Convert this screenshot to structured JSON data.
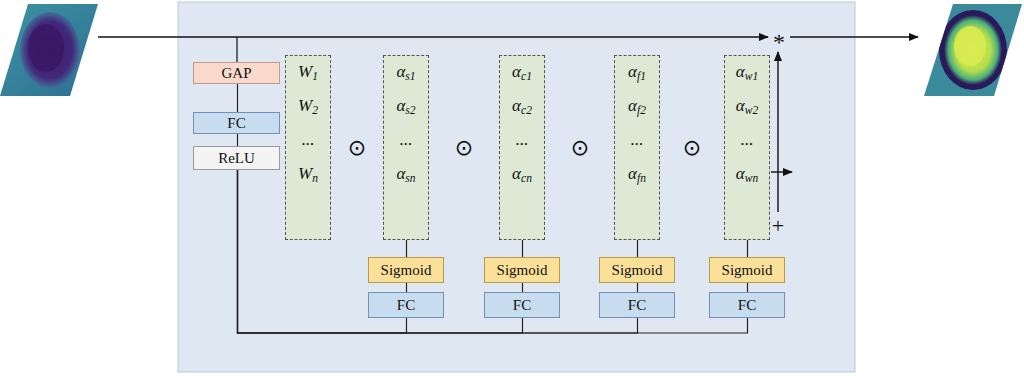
{
  "diagram": {
    "nodes": [
      {
        "text": [
          "GAP"
        ]
      },
      {
        "text": [
          "FC"
        ]
      },
      {
        "text": [
          "ReLU"
        ]
      },
      {
        "text": [
          "W1",
          "W2",
          "...",
          "Wn"
        ]
      },
      {
        "text": [
          "αs1",
          "αs2",
          "...",
          "αsn"
        ]
      },
      {
        "text": [
          "αc1",
          "αc2",
          "...",
          "αcn"
        ]
      },
      {
        "text": [
          "αf1",
          "αf2",
          "...",
          "αfn"
        ]
      },
      {
        "text": [
          "αw1",
          "αw2",
          "...",
          "αwn"
        ]
      },
      {
        "text": [
          "Sigmoid"
        ]
      },
      {
        "text": [
          "Sigmoid"
        ]
      },
      {
        "text": [
          "Sigmoid"
        ]
      },
      {
        "text": [
          "Sigmoid"
        ]
      },
      {
        "text": [
          "FC"
        ]
      },
      {
        "text": [
          "FC"
        ]
      },
      {
        "text": [
          "FC"
        ]
      },
      {
        "text": [
          "FC"
        ]
      }
    ],
    "edges": [
      {
        "from": 0,
        "to": 1,
        "arrow": "none"
      },
      {
        "from": 1,
        "to": 2,
        "arrow": "none"
      },
      {
        "from": 2,
        "to": 12,
        "arrow": "none"
      },
      {
        "from": 2,
        "to": 13,
        "arrow": "none"
      },
      {
        "from": 2,
        "to": 14,
        "arrow": "none"
      },
      {
        "from": 2,
        "to": 15,
        "arrow": "none"
      },
      {
        "from": 12,
        "to": 8,
        "arrow": "none"
      },
      {
        "from": 13,
        "to": 9,
        "arrow": "none"
      },
      {
        "from": 14,
        "to": 10,
        "arrow": "none"
      },
      {
        "from": 15,
        "to": 11,
        "arrow": "none"
      },
      {
        "from": 8,
        "to": 4,
        "arrow": "none"
      },
      {
        "from": 9,
        "to": 5,
        "arrow": "none"
      },
      {
        "from": 10,
        "to": 6,
        "arrow": "none"
      },
      {
        "from": 11,
        "to": 7,
        "arrow": "none"
      }
    ],
    "labels": [
      "⊙",
      "⊙",
      "⊙",
      "⊙",
      "*",
      "+"
    ]
  }
}
